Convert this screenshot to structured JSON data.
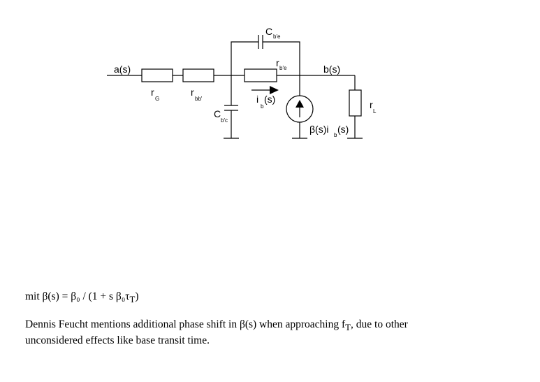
{
  "labels": {
    "input": "a(s)",
    "output": "b(s)",
    "r_g": {
      "main": "r",
      "sub": "G"
    },
    "r_bb": {
      "main": "r",
      "sub": "bb'"
    },
    "r_be": {
      "main": "r",
      "sub": "b'e"
    },
    "c_be": {
      "main": "C",
      "sub": "b'e"
    },
    "c_bc": {
      "main": "C",
      "sub": "b'c"
    },
    "i_b": {
      "main": "i",
      "sub": "b",
      "suffix": "(s)"
    },
    "source": {
      "pre": "β(s)i",
      "sub": "b",
      "post": "(s)"
    },
    "r_l": {
      "main": "r",
      "sub": "L"
    }
  },
  "formula": "mit β(s) = β₀ / (1 + s β₀τ",
  "formula_sub": "T",
  "formula_end": ")",
  "note": {
    "line1_pre": "Dennis Feucht mentions additional phase shift in β(s) when approaching f",
    "line1_sub": "T",
    "line1_post": ", due to other",
    "line2": "unconsidered effects like base transit time."
  }
}
